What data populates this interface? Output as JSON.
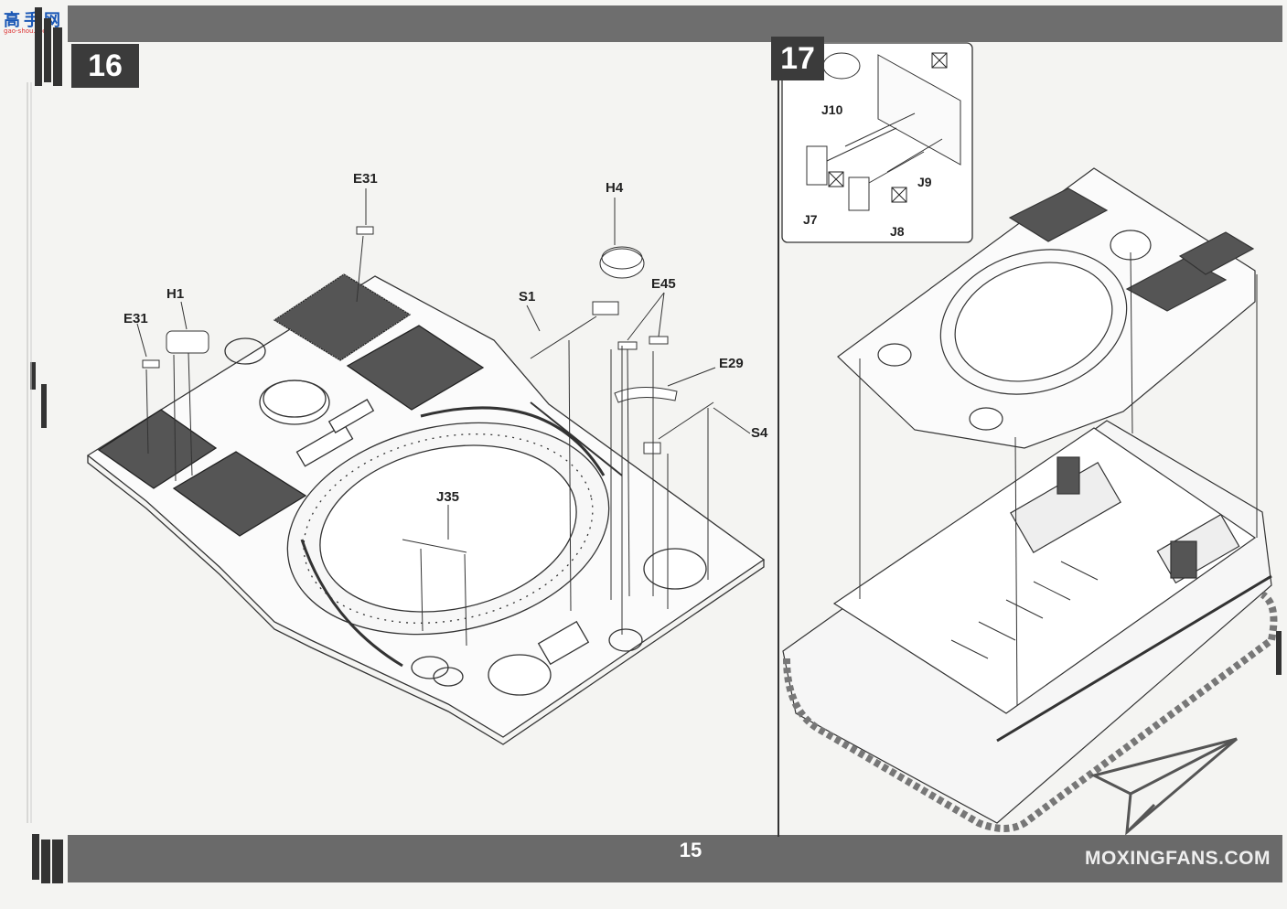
{
  "site_logo": {
    "text": "高手网",
    "url": "gao-shou.com"
  },
  "steps": [
    {
      "number": "16"
    },
    {
      "number": "17"
    }
  ],
  "step16_labels": {
    "e31_top": "E31",
    "h4": "H4",
    "h1": "H1",
    "s1": "S1",
    "e45": "E45",
    "e31_left": "E31",
    "e29": "E29",
    "s4": "S4",
    "j35": "J35"
  },
  "step17_labels": {
    "j10": "J10",
    "j9": "J9",
    "j7": "J7",
    "j8": "J8"
  },
  "footer": {
    "page_number": "15",
    "brand": "MOXINGFANS.COM"
  },
  "icons": {
    "crossed_glue": "no-glue-icon",
    "paper_plane": "paper-plane-logo-icon"
  },
  "colors": {
    "band": "#6b6b6b",
    "step_box": "#3b3b3b",
    "page": "#f4f4f2"
  }
}
